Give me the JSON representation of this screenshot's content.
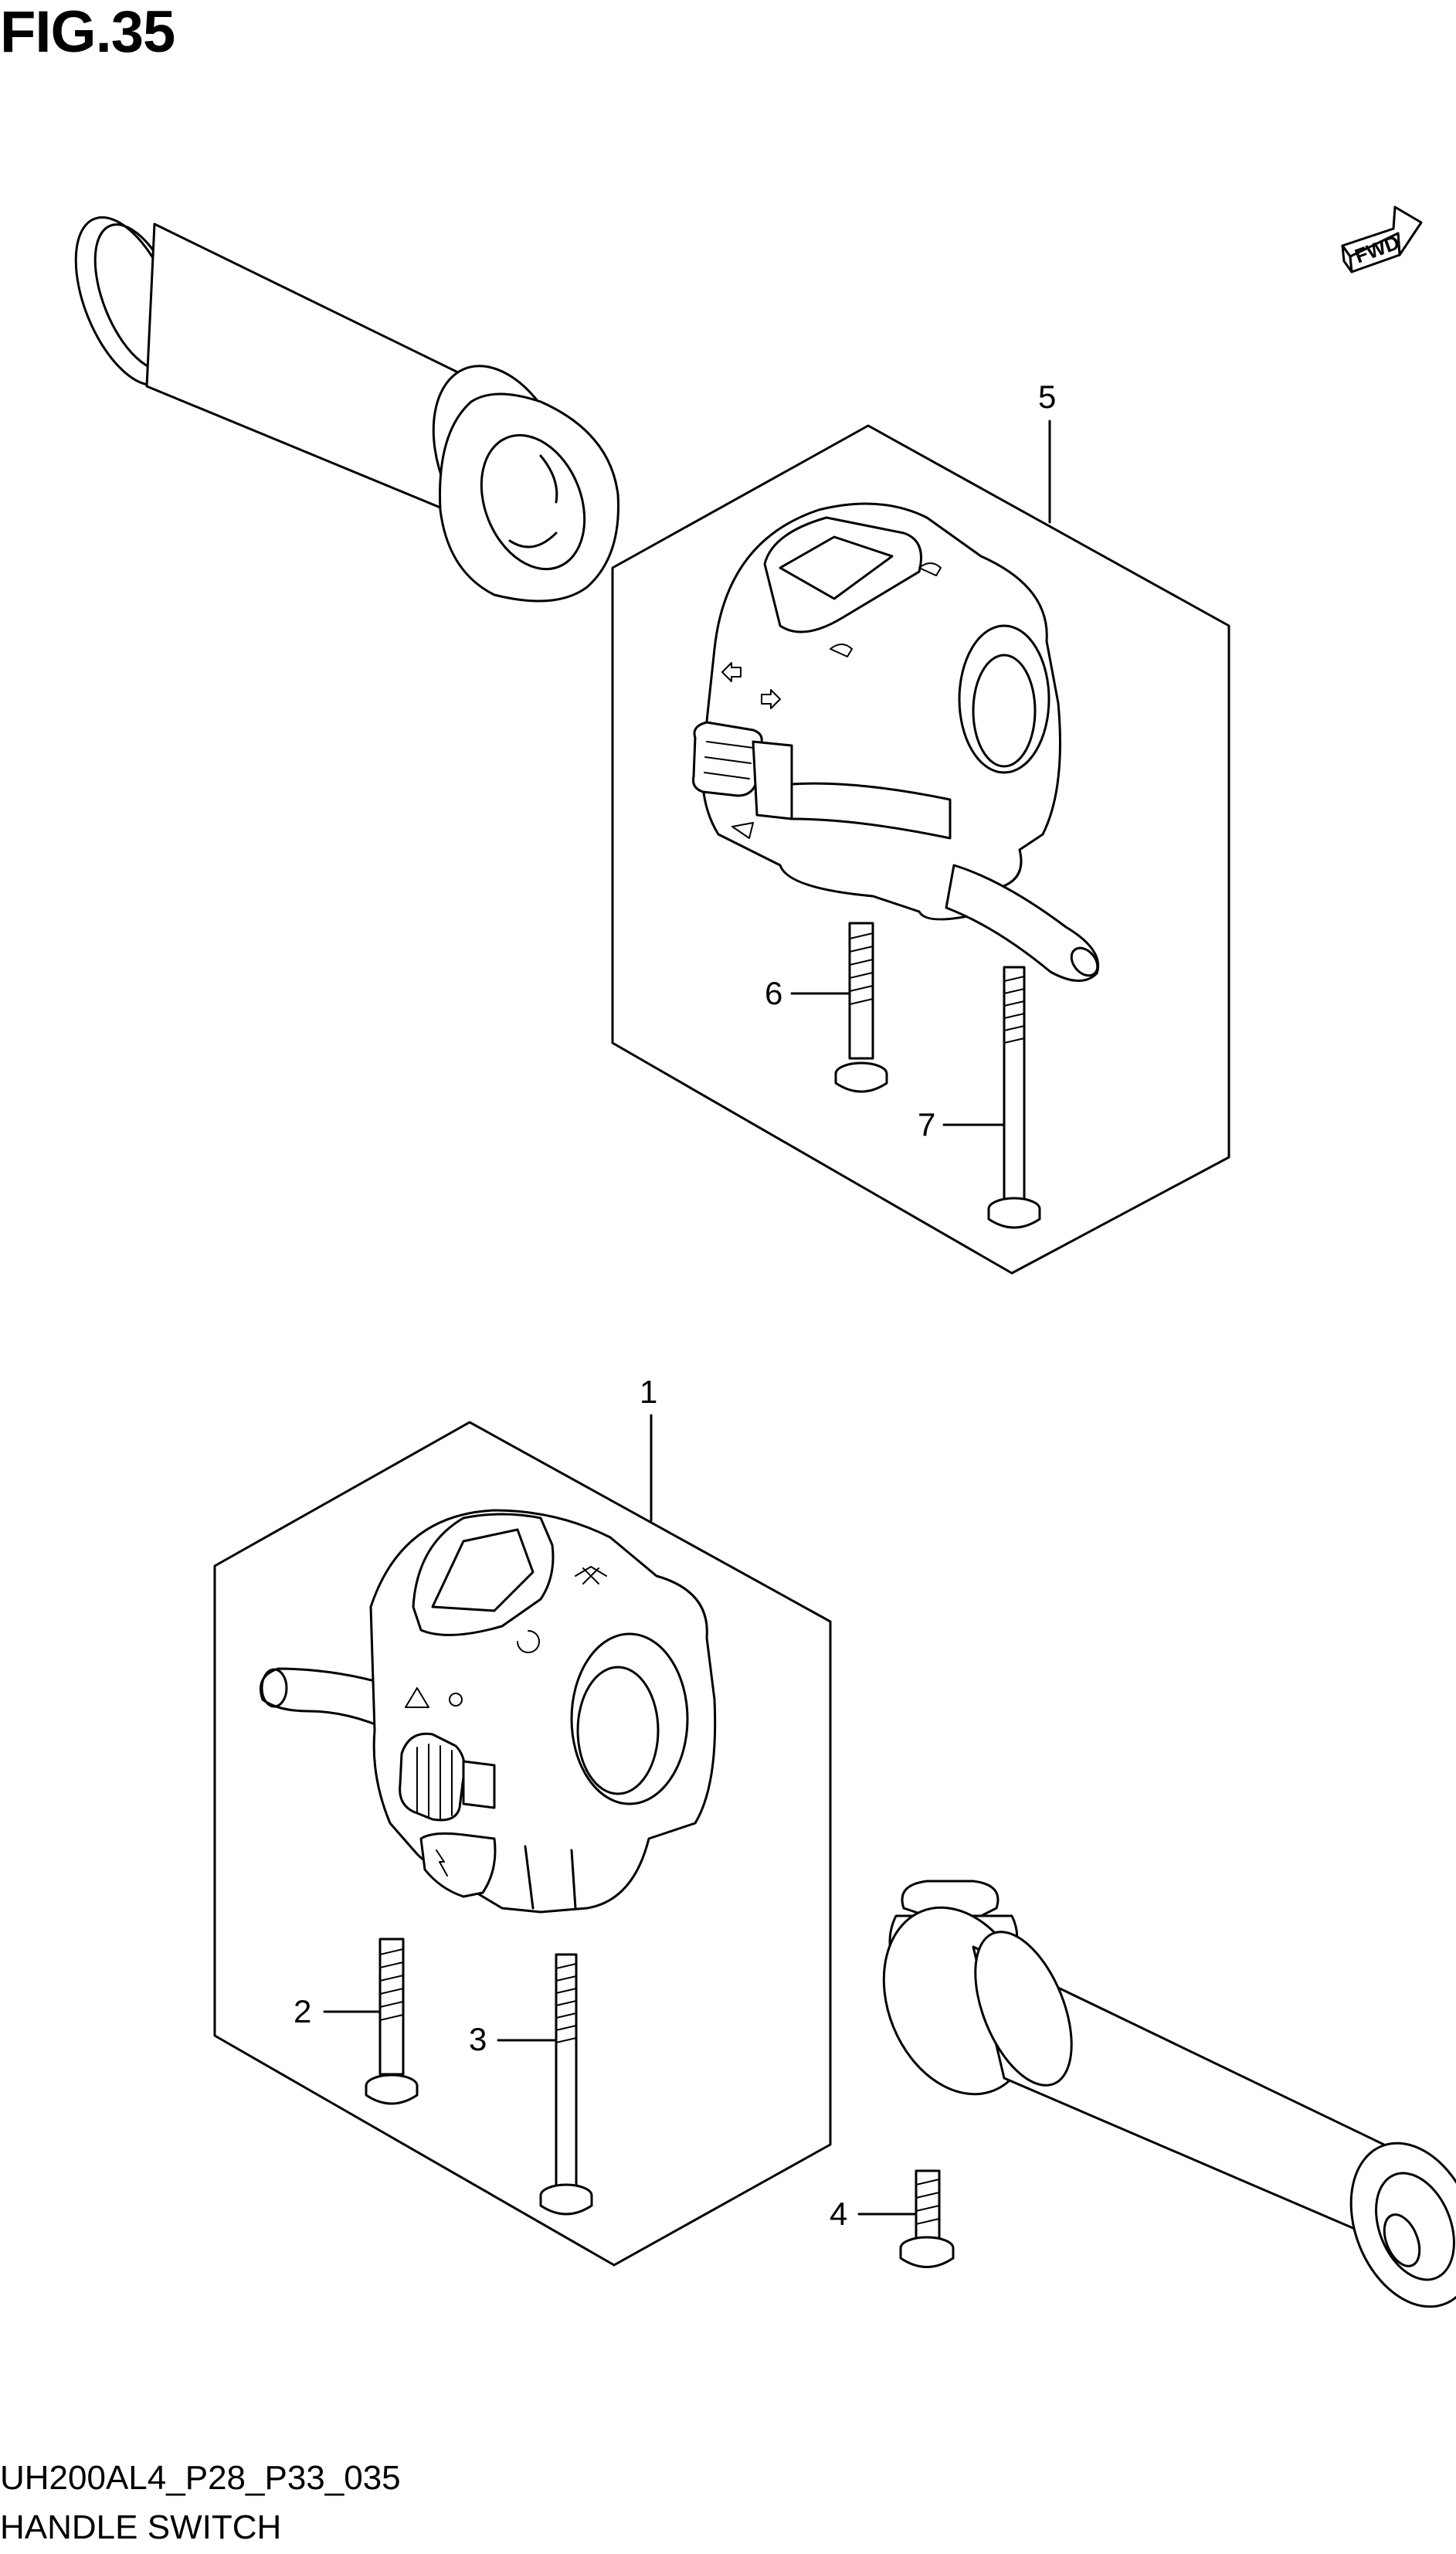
{
  "figure": {
    "title": "FIG.35",
    "code": "UH200AL4_P28_P33_035",
    "name": "HANDLE SWITCH"
  },
  "direction_badge": {
    "label": "FWD",
    "icon": "forward-arrow-icon"
  },
  "callouts": [
    {
      "number": "1",
      "part": "left handle switch assembly"
    },
    {
      "number": "2",
      "part": "screw"
    },
    {
      "number": "3",
      "part": "screw"
    },
    {
      "number": "4",
      "part": "screw"
    },
    {
      "number": "5",
      "part": "right handle switch assembly"
    },
    {
      "number": "6",
      "part": "screw"
    },
    {
      "number": "7",
      "part": "screw"
    }
  ]
}
